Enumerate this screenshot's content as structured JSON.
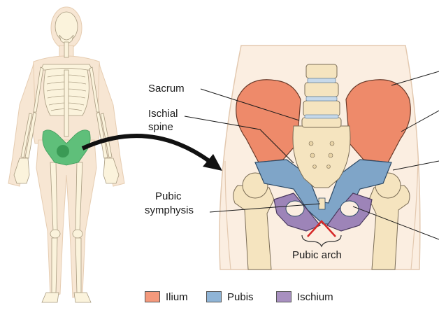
{
  "labels": {
    "sacrum": "Sacrum",
    "ischial_spine_line1": "Ischial",
    "ischial_spine_line2": "spine",
    "pubic_symphysis_line1": "Pubic",
    "pubic_symphysis_line2": "symphysis",
    "pubic_arch": "Pubic arch"
  },
  "legend": [
    {
      "label": "Ilium",
      "color": "#f4997c"
    },
    {
      "label": "Pubis",
      "color": "#8fb4d6"
    },
    {
      "label": "Ischium",
      "color": "#a890c0"
    }
  ],
  "colors": {
    "ilium": "#ee8a6a",
    "pubis": "#7fa5c8",
    "ischium": "#9d84b8",
    "bone": "#f5e4bf",
    "skin": "#f7e6d3",
    "highlight_pelvis": "#5fbf7a",
    "arrow": "#111111",
    "pubic_arch_marker": "#d62828"
  }
}
